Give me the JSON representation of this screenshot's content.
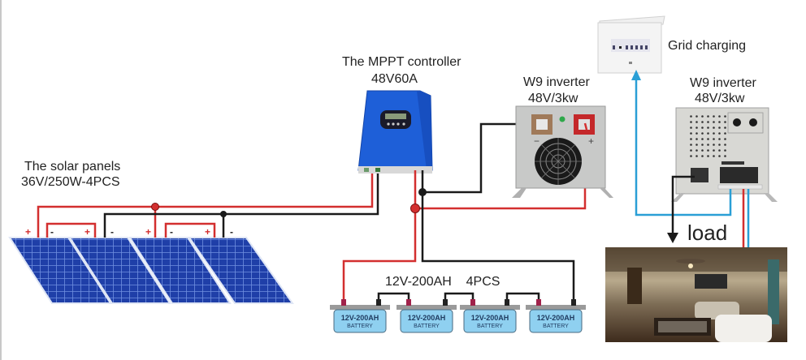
{
  "labels": {
    "solar_title": "The solar panels",
    "solar_spec": "36V/250W-4PCS",
    "mppt_title": "The MPPT controller",
    "mppt_spec": "48V60A",
    "inverter1_title": "W9 inverter",
    "inverter1_spec": "48V/3kw",
    "inverter2_title": "W9 inverter",
    "inverter2_spec": "48V/3kw",
    "grid": "Grid charging",
    "load": "load",
    "battery_group": "12V-200AH    4PCS"
  },
  "solar_panels": {
    "count": 4,
    "terminals": [
      "+",
      "-",
      "+",
      "-",
      "+",
      "-",
      "+",
      "-"
    ]
  },
  "batteries": [
    {
      "rating": "12V-200AH",
      "type": "BATTERY"
    },
    {
      "rating": "12V-200AH",
      "type": "BATTERY"
    },
    {
      "rating": "12V-200AH",
      "type": "BATTERY"
    },
    {
      "rating": "12V-200AH",
      "type": "BATTERY"
    }
  ],
  "colors": {
    "positive_wire": "#d32f2f",
    "negative_wire": "#1a1a1a",
    "ac_wire": "#2a9fd6",
    "panel_blue": "#1f3fa8",
    "controller_blue": "#1e5fd8",
    "battery_fill": "#8fd0f0"
  }
}
